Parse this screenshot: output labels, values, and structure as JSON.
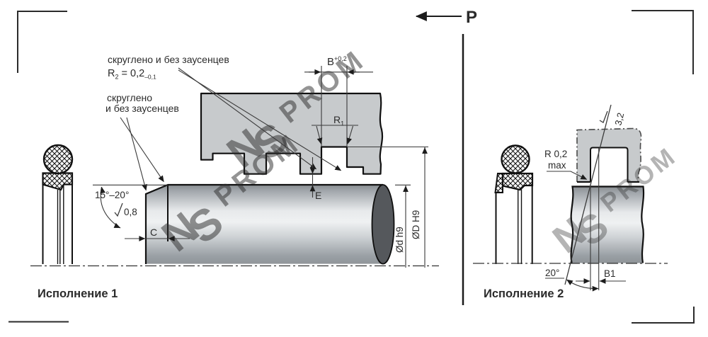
{
  "pressure_arrow": {
    "label": "P"
  },
  "captions": {
    "view1": "Исполнение 1",
    "view2": "Исполнение 2"
  },
  "notes": {
    "rounded_burr_free": "скруглено и без заусенцев",
    "r2_base": "R",
    "r2_sub": "2",
    "r2_value": " = 0,2",
    "r2_tolerance": "–0,1",
    "rounded_line1": "скруглено",
    "rounded_line2": "и без заусенцев"
  },
  "dimensions": {
    "groove_width_base": "B",
    "groove_width_tol": "+0,2",
    "radius1_base": "R",
    "radius1_sub": "1",
    "clearance": "E",
    "chamfer_length": "C",
    "chamfer_angle": "15°–20°",
    "chamfer_roughness": "0,8",
    "shaft_dia": "Ød h9",
    "bore_dia": "ØD H9",
    "edge_radius_line1": "R 0,2",
    "edge_radius_line2": "max",
    "groove_roughness": "3,2",
    "entry_angle": "20°",
    "b1": "B1"
  },
  "watermark": {
    "letter1": "N",
    "letter2": "S",
    "text": "PROM"
  },
  "colors": {
    "part_fill": "#c7cacc",
    "outline": "#161616",
    "thin_line": "#3a3a3a",
    "shaft_end": "#55585c"
  }
}
